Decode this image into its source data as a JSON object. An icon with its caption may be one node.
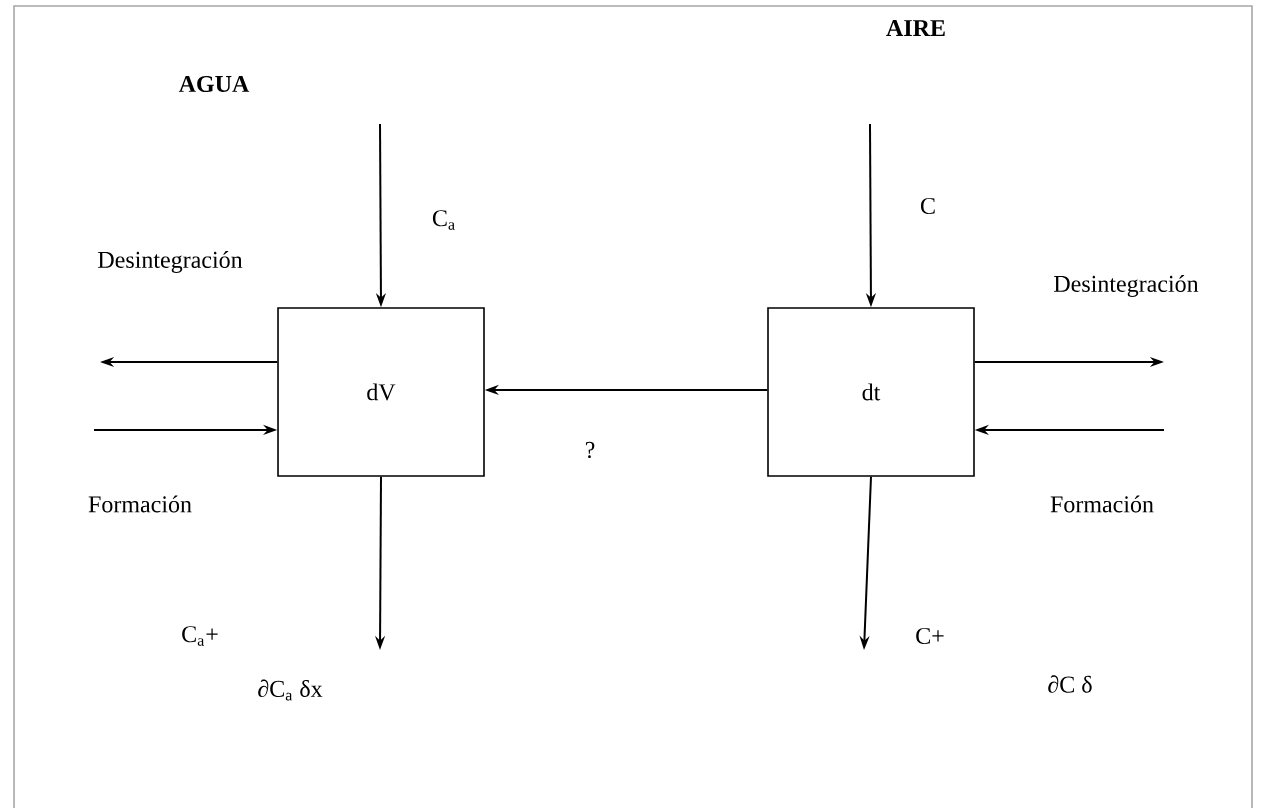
{
  "diagram": {
    "nodes": [
      {
        "text": [
          "dV"
        ]
      },
      {
        "text": [
          "dt"
        ]
      }
    ],
    "edges": [
      {
        "from": null,
        "to": 0,
        "arrow": "to",
        "label": "C$_{a}$"
      },
      {
        "from": 0,
        "to": null,
        "arrow": "to",
        "label": "Desintegración"
      },
      {
        "from": null,
        "to": 0,
        "arrow": "to",
        "label": "Formación"
      },
      {
        "from": 0,
        "to": null,
        "arrow": "to"
      },
      {
        "from": 1,
        "to": 0,
        "arrow": "to",
        "label": "?"
      },
      {
        "from": null,
        "to": 1,
        "arrow": "to",
        "label": "C"
      },
      {
        "from": 1,
        "to": null,
        "arrow": "to",
        "label": "Desintegración"
      },
      {
        "from": null,
        "to": 1,
        "arrow": "to",
        "label": "Formación"
      },
      {
        "from": 1,
        "to": null,
        "arrow": "to"
      }
    ],
    "labels": [
      "AGUA",
      "AIRE",
      "C$_{a}$+",
      "C+",
      "∂C$_{a}$ δx",
      "∂C δ"
    ]
  }
}
